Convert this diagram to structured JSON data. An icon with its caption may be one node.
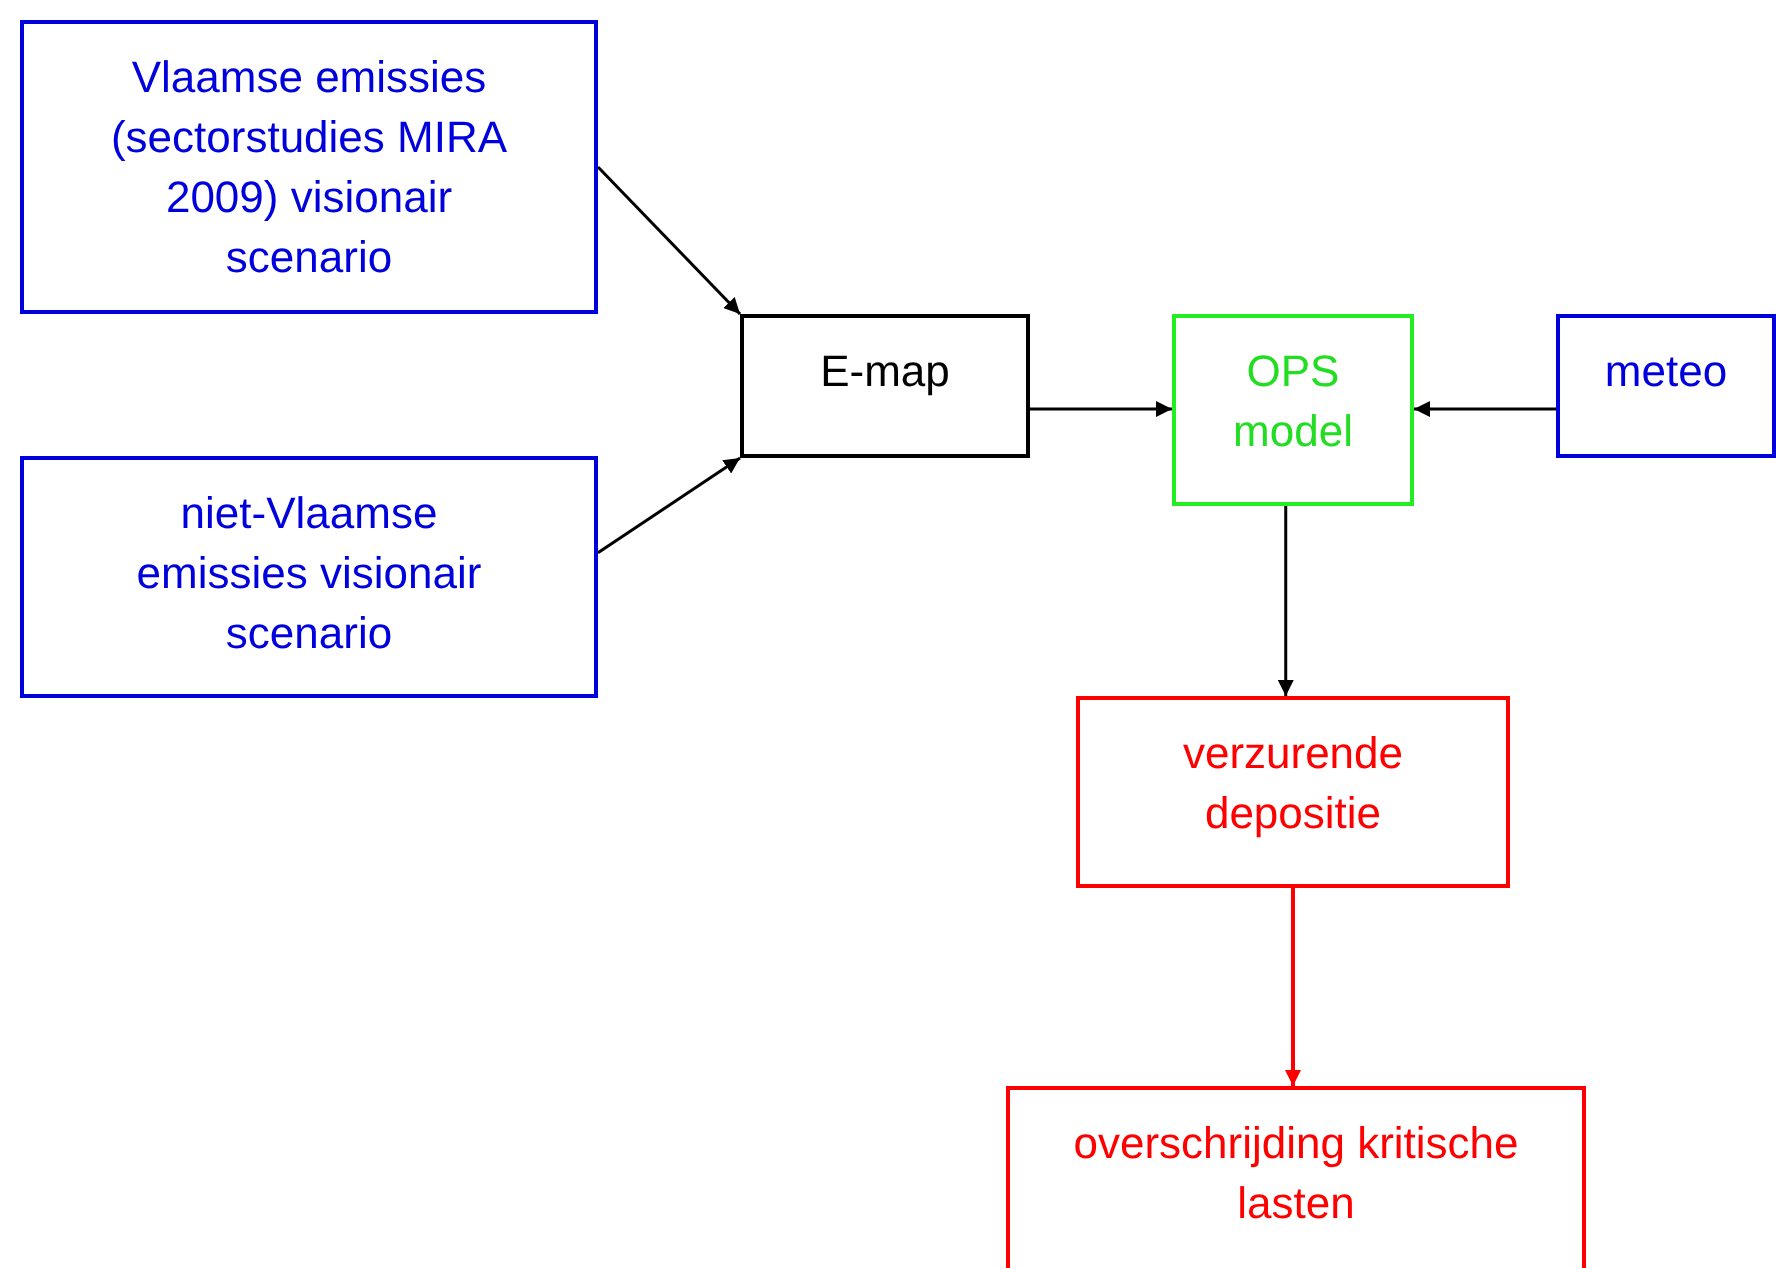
{
  "diagram": {
    "nodes": [
      {
        "text": [
          "Vlaamse emissies (sectorstudies MIRA 2009) visionair scenario"
        ]
      },
      {
        "text": [
          "niet-Vlaamse emissies visionair scenario"
        ]
      },
      {
        "text": [
          "E-map"
        ]
      },
      {
        "text": [
          "OPS model"
        ]
      },
      {
        "text": [
          "meteo"
        ]
      },
      {
        "text": [
          "verzurende depositie"
        ]
      },
      {
        "text": [
          "overschrijding kritische lasten"
        ]
      }
    ],
    "edges": [
      {
        "from": 0,
        "to": 2,
        "arrow": "to"
      },
      {
        "from": 1,
        "to": 2,
        "arrow": "to"
      },
      {
        "from": 2,
        "to": 3,
        "arrow": "to"
      },
      {
        "from": 4,
        "to": 3,
        "arrow": "to"
      },
      {
        "from": 3,
        "to": 5,
        "arrow": "to"
      },
      {
        "from": 5,
        "to": 6,
        "arrow": "to",
        "color": "#ff0000"
      }
    ]
  }
}
